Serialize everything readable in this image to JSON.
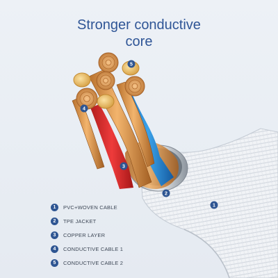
{
  "headline": {
    "line1": "Stronger conductive",
    "line2": "core"
  },
  "colors": {
    "accent": "#2e5592",
    "title": "#2f5596"
  },
  "markers": [
    {
      "num": "5",
      "target": "conductive-cable-2"
    },
    {
      "num": "4",
      "target": "conductive-cable-1"
    },
    {
      "num": "3",
      "target": "copper-layer"
    },
    {
      "num": "2",
      "target": "tpe-jacket"
    },
    {
      "num": "1",
      "target": "pvc-woven-cable"
    }
  ],
  "legend": [
    {
      "num": "1",
      "label": "PVC+WOVEN CABLE"
    },
    {
      "num": "2",
      "label": "TPE JACKET"
    },
    {
      "num": "3",
      "label": "COPPER LAYER"
    },
    {
      "num": "4",
      "label": "CONDUCTIVE CABLE 1"
    },
    {
      "num": "5",
      "label": "CONDUCTIVE CABLE 2"
    }
  ]
}
